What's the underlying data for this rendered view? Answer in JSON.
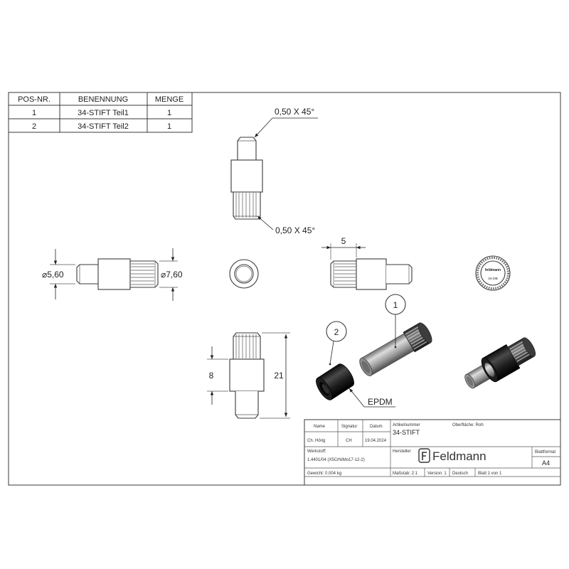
{
  "parts_list": {
    "headers": [
      "POS-NR.",
      "BENENNUNG",
      "MENGE"
    ],
    "rows": [
      {
        "pos": "1",
        "name": "34-STIFT Teil1",
        "qty": "1"
      },
      {
        "pos": "2",
        "name": "34-STIFT Teil2",
        "qty": "1"
      }
    ]
  },
  "annotations": {
    "chamfer_top": "0,50 X 45°",
    "chamfer_bottom": "0,50 X 45°",
    "dia_small": "⌀5,60",
    "dia_large": "⌀7,60",
    "length_knurl": "5",
    "length_middle": "8",
    "length_total": "21",
    "material_callout": "EPDM"
  },
  "balloons": {
    "part1": "1",
    "part2": "2"
  },
  "engraving": {
    "line1": "feldmann",
    "line2": "34-ZIB"
  },
  "title_block": {
    "name_label": "Name",
    "signature_label": "Signatur",
    "date_label": "Datum",
    "name": "Ch. Hörig",
    "signature": "CH",
    "date": "19.04.2024",
    "article_label": "Artikelnummer",
    "article": "34-STIFT",
    "surface": "Oberfläche: Roh",
    "material_label": "Werkstoff:",
    "material": "1.4401/04 (X5CrNiMo17-12-2)",
    "manufacturer_label": "Hersteller",
    "logo_text": "Feldmann",
    "sheet_format_label": "Blattformat",
    "sheet_format": "A4",
    "weight": "Gewicht: 0.004 kg",
    "scale": "Maßstab: 2:1",
    "version": "Version: 1",
    "language": "Deutsch",
    "sheet": "Blatt 1 von 1"
  },
  "colors": {
    "line": "#3a3a3a",
    "rubber": "#111111",
    "steel": "#a8a8a8"
  }
}
